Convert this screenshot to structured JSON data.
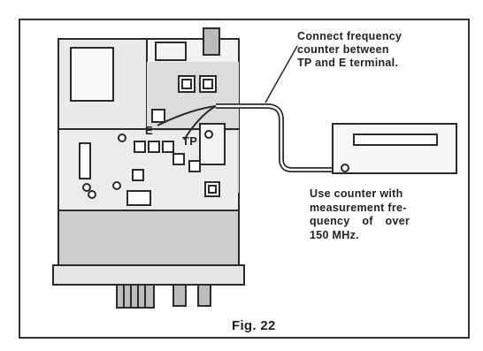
{
  "notes": {
    "connect": [
      "Connect frequency",
      "counter between",
      "TP and E terminal."
    ],
    "counter": [
      "Use counter with",
      "measurement fre-",
      "quency  of over",
      "150 MHz."
    ]
  },
  "labels": {
    "e": "E",
    "tp": "TP"
  },
  "caption": "Fig. 22",
  "colors": {
    "line": "#2a2a2a",
    "fill_dark": "#9a9a9a",
    "fill_light": "#d8d8d8",
    "board": "#f2f2f2"
  }
}
